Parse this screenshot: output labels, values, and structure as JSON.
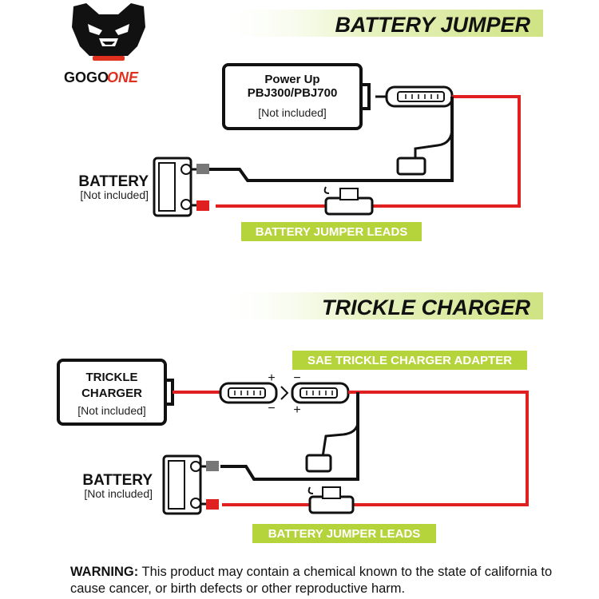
{
  "brand": {
    "logo_text": "GOGO",
    "logo_text_accent": "ONE",
    "accent_color": "#e0301e"
  },
  "battery_jumper": {
    "heading": "BATTERY JUMPER",
    "device": {
      "line1": "Power Up",
      "line2": "PBJ300/PBJ700",
      "line3": "[Not included]"
    },
    "battery": {
      "title": "BATTERY",
      "subtitle": "[Not included]"
    },
    "leads_label": "BATTERY JUMPER LEADS"
  },
  "trickle_charger": {
    "heading": "TRICKLE CHARGER",
    "adapter_label": "SAE TRICKLE CHARGER ADAPTER",
    "device": {
      "line1": "TRICKLE",
      "line2": "CHARGER",
      "line3": "[Not included]"
    },
    "battery": {
      "title": "BATTERY",
      "subtitle": "[Not included]"
    },
    "leads_label": "BATTERY JUMPER LEADS",
    "polarity": {
      "plus": "+",
      "minus": "−"
    }
  },
  "warning": {
    "label": "WARNING:",
    "text": "This product may contain a chemical known to the state of california to cause cancer, or birth defects or other reproductive harm."
  },
  "colors": {
    "banner_green": "#b5d33a",
    "wire_red": "#e02020",
    "wire_black": "#111111",
    "heading_bg": "#dfeeb0"
  }
}
